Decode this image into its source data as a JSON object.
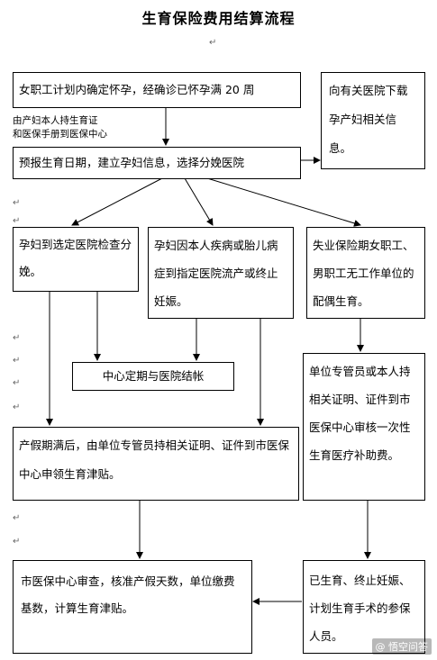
{
  "title": "生育保险费用结算流程",
  "boxes": {
    "step1": "女职工计划内确定怀孕，经确诊已怀孕满 20 周",
    "download": "向有关医院下载孕产妇相关信息。",
    "step2": "预报生育日期，建立孕妇信息，选择分娩医院",
    "branch_normal": "孕妇到选定医院检查分娩。",
    "branch_disease": "孕妇因本人疾病或胎儿病症到指定医院流产或终止妊娠。",
    "branch_unemployed": "失业保险期女职工、男职工无工作单位的配偶生育。",
    "settlement": "中心定期与医院结帐",
    "one_time": "单位专管员或本人持相关证明、证件到市医保中心审核一次性生育医疗补助费。",
    "after_leave": "产假期满后，由单位专管员持相关证明、证件到市医保中心申领生育津贴。",
    "review": "市医保中心审查，核准产假天数，单位缴费基数，计算生育津贴。",
    "eligible": "已生育、终止妊娠、计划生育手术的参保人员。"
  },
  "notes": {
    "card_line1": "由产妇本人持生育证",
    "card_line2": "和医保手册到医保中心"
  },
  "paragraph_mark": "↵",
  "watermark": "@ 悟空问答"
}
